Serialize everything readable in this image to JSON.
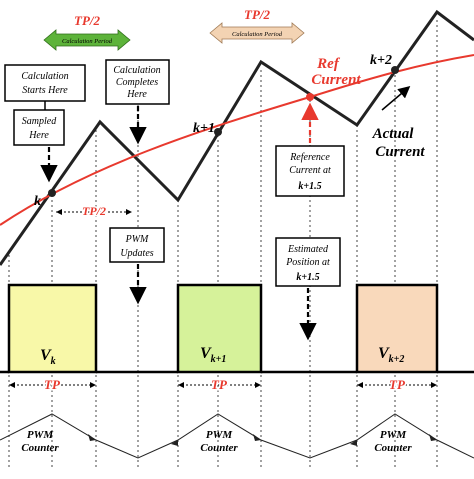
{
  "top_labels": {
    "tp_half_left": "TP/2",
    "calc_period_left": "Calculation Period",
    "tp_half_right": "TP/2",
    "calc_period_right": "Calculation Period"
  },
  "ref_current": [
    "Ref",
    "Current"
  ],
  "actual_current": [
    "Actual",
    "Current"
  ],
  "sample_labels": {
    "k": "k",
    "k1": "k+1",
    "k2": "k+2"
  },
  "callouts": {
    "calc_starts": [
      "Calculation",
      "Starts Here"
    ],
    "calc_completes": [
      "Calculation",
      "Completes",
      "Here"
    ],
    "sampled": [
      "Sampled",
      "Here"
    ],
    "pwm_updates": [
      "PWM",
      "Updates"
    ],
    "estimated_position": [
      "Estimated",
      "Position at",
      "k+1.5"
    ],
    "reference_current": [
      "Reference",
      "Current at",
      "k+1.5"
    ]
  },
  "mid_tp_half": "TP/2",
  "voltage_pulses": [
    {
      "base": "V",
      "sub": "k",
      "color": "#f8f8a8"
    },
    {
      "base": "V",
      "sub": "k+1",
      "color": "#d6f29a"
    },
    {
      "base": "V",
      "sub": "k+2",
      "color": "#f9d9bb"
    }
  ],
  "period_label": "TP",
  "pwm_counter": [
    "PWM",
    "Counter"
  ],
  "colors": {
    "ref_line": "#e8392e",
    "arrow_green": "#5db33a",
    "arrow_tan": "#f3d3b3"
  }
}
